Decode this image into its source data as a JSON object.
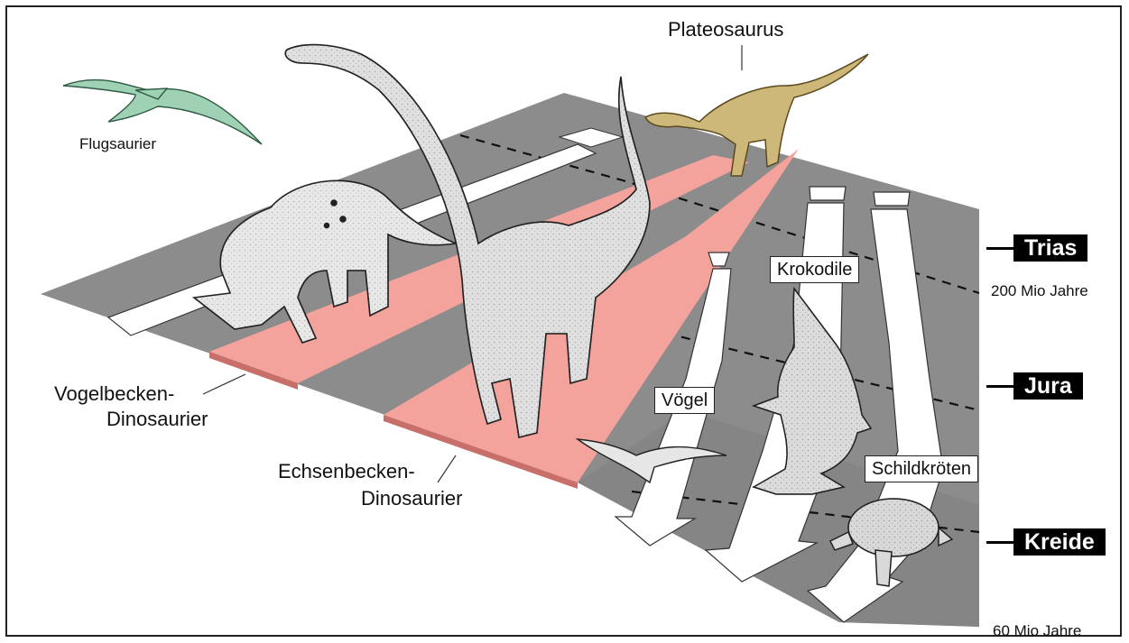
{
  "labels": {
    "flugsaurier": "Flugsaurier",
    "plateosaurus": "Plateosaurus",
    "vogelbecken": [
      "Vogelbecken-",
      "Dinosaurier"
    ],
    "echsenbecken": [
      "Echsenbecken-",
      "Dinosaurier"
    ],
    "voegel": "Vögel",
    "krokodile": "Krokodile",
    "schildkroeten": "Schildkröten"
  },
  "periods": [
    {
      "name": "Trias"
    },
    {
      "name": "Jura"
    },
    {
      "name": "Kreide"
    }
  ],
  "time_marks": {
    "top": "200 Mio Jahre",
    "bottom": "60 Mio Jahre"
  },
  "colors": {
    "background": "#ffffff",
    "platform": "#8c8c8c",
    "platform_light": "#a8a8a8",
    "dino_track": "#f4a29c",
    "track_edge": "#c96f69",
    "white_track": "#ffffff",
    "pterosaur": "#9fd2b4",
    "plateosaurus": "#cdb87a",
    "sauropod": "#dcdcdc",
    "triceratops": "#e6e6e6"
  }
}
